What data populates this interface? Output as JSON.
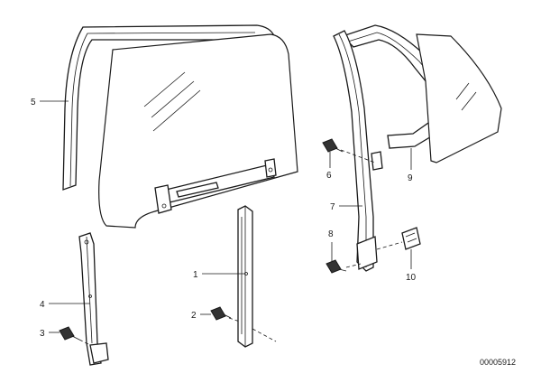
{
  "callouts": {
    "c1": "1",
    "c2": "2",
    "c3": "3",
    "c4": "4",
    "c5": "5",
    "c6": "6",
    "c7": "7",
    "c8": "8",
    "c9": "9",
    "c10": "10"
  },
  "document_id": "00005912"
}
